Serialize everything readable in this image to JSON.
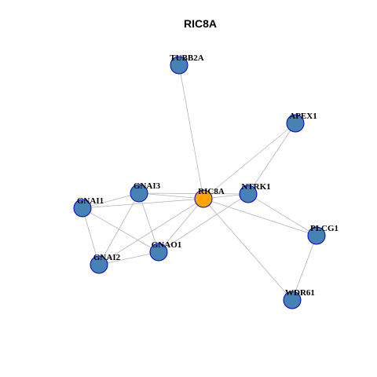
{
  "title": "RIC8A",
  "colors": {
    "node_default": "#4682b4",
    "node_center": "#ffa500",
    "node_stroke": "#0000cd",
    "edge": "#b5b5b5",
    "background": "#ffffff"
  },
  "nodes": [
    {
      "id": "TUBB2A",
      "label": "TUBB2A",
      "center": false
    },
    {
      "id": "APEX1",
      "label": "APEX1",
      "center": false
    },
    {
      "id": "GNAI3",
      "label": "GNAI3",
      "center": false
    },
    {
      "id": "RIC8A",
      "label": "RIC8A",
      "center": true
    },
    {
      "id": "NTRK1",
      "label": "NTRK1",
      "center": false
    },
    {
      "id": "GNAI1",
      "label": "GNAI1",
      "center": false
    },
    {
      "id": "PLCG1",
      "label": "PLCG1",
      "center": false
    },
    {
      "id": "GNAO1",
      "label": "GNAO1",
      "center": false
    },
    {
      "id": "GNAI2",
      "label": "GNAI2",
      "center": false
    },
    {
      "id": "WDR61",
      "label": "WDR61",
      "center": false
    }
  ],
  "edges": [
    [
      "TUBB2A",
      "RIC8A"
    ],
    [
      "APEX1",
      "RIC8A"
    ],
    [
      "APEX1",
      "NTRK1"
    ],
    [
      "GNAI3",
      "RIC8A"
    ],
    [
      "GNAI3",
      "GNAI1"
    ],
    [
      "GNAI3",
      "GNAI2"
    ],
    [
      "GNAI3",
      "GNAO1"
    ],
    [
      "GNAI3",
      "NTRK1"
    ],
    [
      "GNAI1",
      "RIC8A"
    ],
    [
      "GNAI1",
      "GNAI2"
    ],
    [
      "GNAI1",
      "GNAO1"
    ],
    [
      "GNAI2",
      "RIC8A"
    ],
    [
      "GNAI2",
      "GNAO1"
    ],
    [
      "GNAO1",
      "RIC8A"
    ],
    [
      "GNAO1",
      "NTRK1"
    ],
    [
      "RIC8A",
      "NTRK1"
    ],
    [
      "RIC8A",
      "PLCG1"
    ],
    [
      "RIC8A",
      "WDR61"
    ],
    [
      "NTRK1",
      "PLCG1"
    ],
    [
      "PLCG1",
      "WDR61"
    ]
  ]
}
